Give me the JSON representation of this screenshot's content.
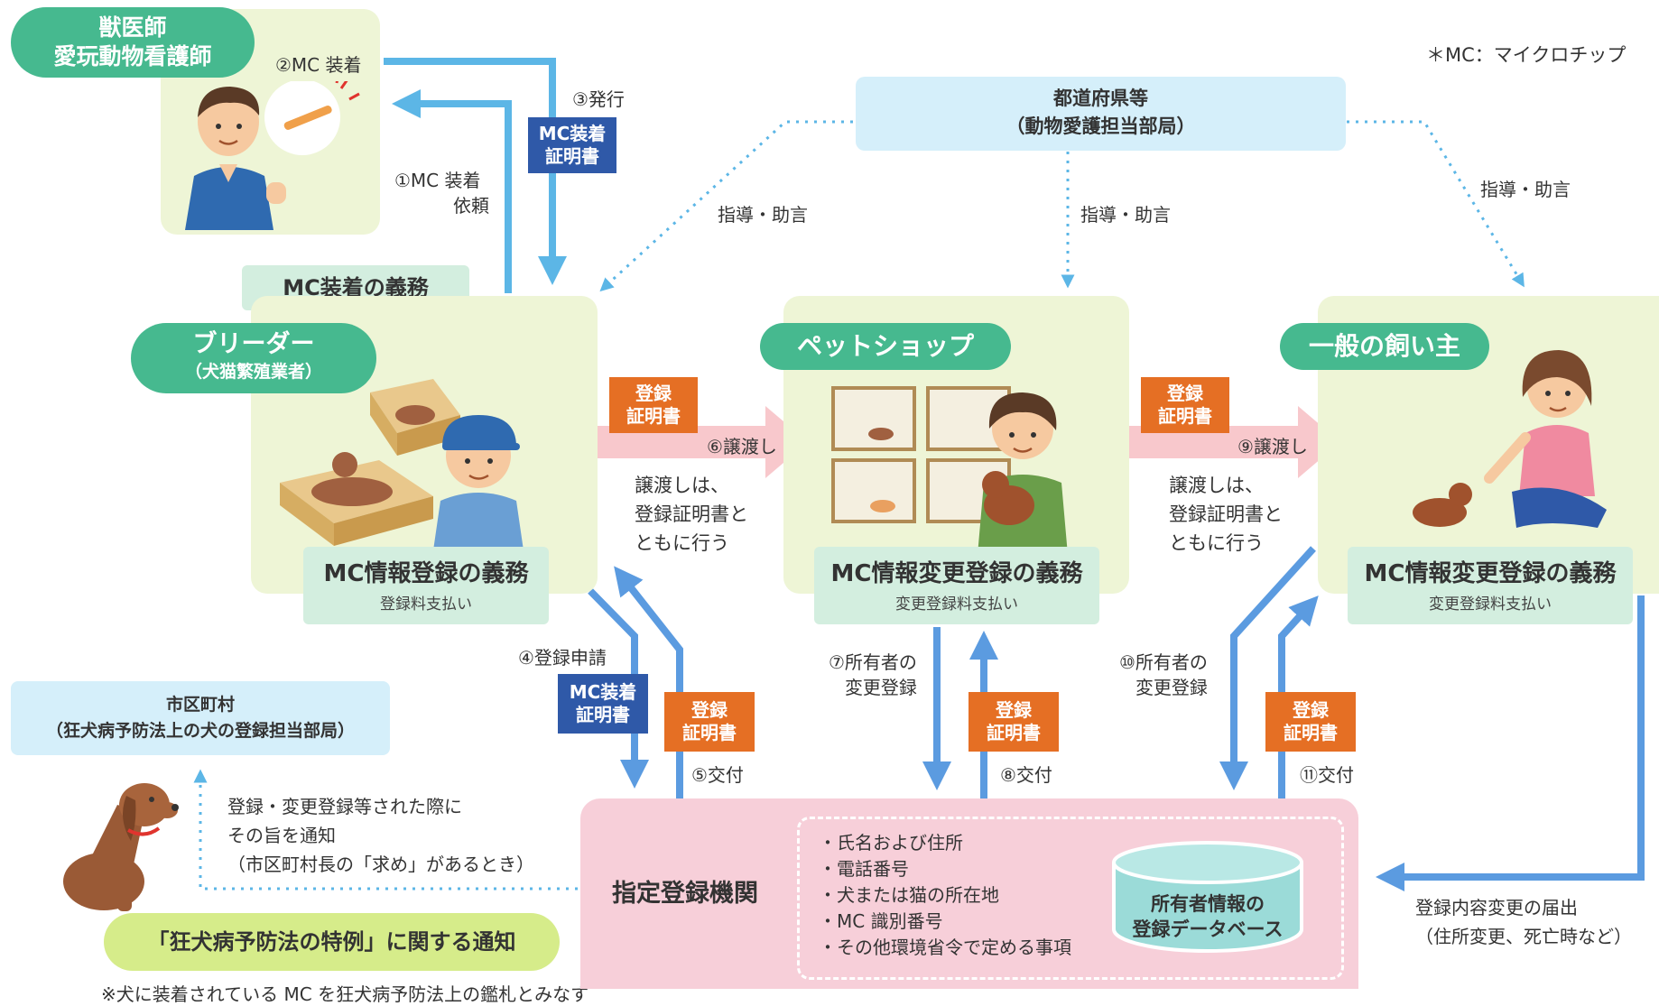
{
  "footnote": "＊MC：マイクロチップ",
  "vet": {
    "line1": "獣医師",
    "line2": "愛玩動物看護師"
  },
  "pref": {
    "line1": "都道府県等",
    "line2": "（動物愛護担当部局）"
  },
  "guidance": "指導・助言",
  "steps": {
    "s1a": "①MC 装着",
    "s1b": "依頼",
    "s2": "②MC 装着",
    "s3": "③発行",
    "s4": "④登録申請",
    "s5": "⑤交付",
    "s6": "⑥譲渡し",
    "s7a": "⑦所有者の",
    "s7b": "変更登録",
    "s8": "⑧交付",
    "s9": "⑨譲渡し",
    "s10a": "⑩所有者の",
    "s10b": "変更登録",
    "s11": "⑪交付"
  },
  "certs": {
    "mc_cert_1": "MC装着",
    "mc_cert_2": "証明書",
    "reg_cert_1": "登録",
    "reg_cert_2": "証明書"
  },
  "breeder": {
    "title": "ブリーダー",
    "subtitle": "（犬猫繁殖業者）",
    "attach_duty_a": "MC",
    "attach_duty_b": "装着",
    "attach_duty_c": "の義務",
    "reg_duty_a": "MC情報",
    "reg_duty_b": "登録",
    "reg_duty_c": "の義務",
    "fee": "登録料支払い"
  },
  "petshop": {
    "title": "ペットショップ",
    "duty_a": "MC情報",
    "duty_b": "変更登録",
    "duty_c": "の義務",
    "fee": "変更登録料支払い"
  },
  "owner": {
    "title": "一般の飼い主",
    "duty_a": "MC情報",
    "duty_b": "変更登録",
    "duty_c": "の義務",
    "fee": "変更登録料支払い"
  },
  "transfer_note": {
    "l1": "譲渡しは、",
    "l2": "登録証明書と",
    "l3": "ともに行う"
  },
  "municipality": {
    "line1": "市区町村",
    "line2": "（狂犬病予防法上の犬の登録担当部局）"
  },
  "notify": {
    "l1": "登録・変更登録等された際に",
    "l2": "その旨を通知",
    "l3": "（市区町村長の「求め」があるとき）"
  },
  "special": "「狂犬病予防法の特例」に関する通知",
  "special_note": "※犬に装着されている MC を狂犬病予防法上の鑑札とみなす",
  "registry": {
    "title": "指定登録機関",
    "items": [
      "・氏名および住所",
      "・電話番号",
      "・犬または猫の所在地",
      "・MC 識別番号",
      "・その他環境省令で定める事項"
    ],
    "db_1": "所有者情報の",
    "db_2": "登録データベース"
  },
  "change_notice": {
    "l1": "登録内容変更の届出",
    "l2": "（住所変更、死亡時など）"
  },
  "colors": {
    "green_pill": "#46b98f",
    "panel": "#eef5d6",
    "mint": "#d3eedf",
    "blue_arrow": "#5cb6e6",
    "dark_blue_arrow": "#5b9be0",
    "orange_cert": "#e56f24",
    "navy_cert": "#2f59a8",
    "pink_registry": "#f7cfd9",
    "light_blue_box": "#d5effa",
    "red_text": "#e0342e"
  }
}
